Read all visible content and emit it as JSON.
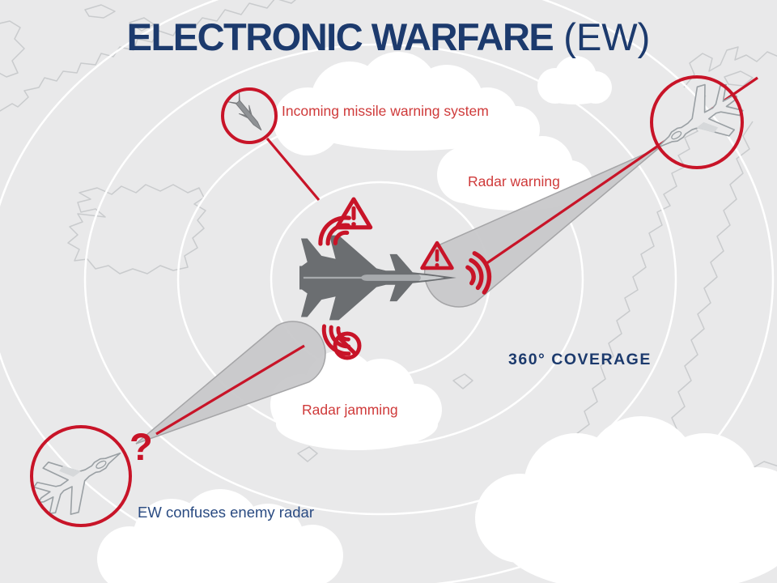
{
  "title": {
    "main": "ELECTRONIC WARFARE",
    "suffix": " (EW)"
  },
  "callouts": {
    "incoming_missile": "Incoming missile warning system",
    "radar_warning": "Radar warning",
    "radar_jamming": "Radar jamming",
    "coverage": "360° COVERAGE",
    "ew_confuses": "EW confuses enemy radar",
    "question_mark": "?"
  },
  "icons": {
    "missile": "missile-icon",
    "warning_triangle": "warning-triangle-icon",
    "no_entry": "no-entry-icon",
    "radio_waves": "radio-waves-icon",
    "own_fighter": "fighter-jet-silhouette",
    "enemy_fighter": "enemy-aircraft-icon",
    "cloud": "cloud-icon",
    "coverage_rings": "coverage-rings-icon"
  },
  "colors": {
    "background": "#e9e9ea",
    "accent_red": "#c81428",
    "label_red": "#cf3a3a",
    "navy": "#1c3a6d",
    "navy_text": "#2a4b82",
    "jet_dark": "#6b6e71",
    "cone_gray": "#c7c7c9",
    "map_line": "#c9cbcd",
    "cloud_white": "#ffffff"
  }
}
